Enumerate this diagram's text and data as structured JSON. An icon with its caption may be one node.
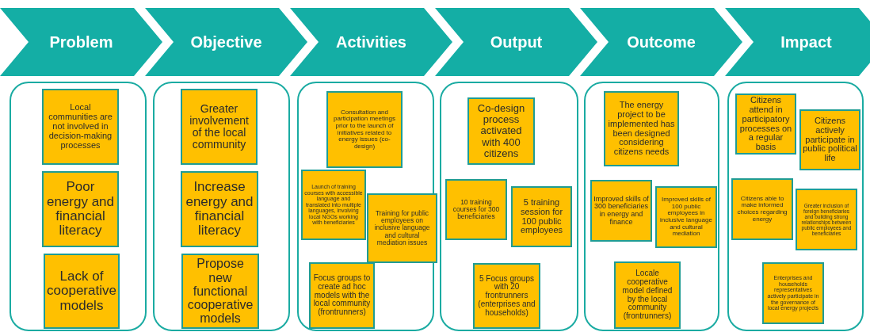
{
  "diagram": {
    "nodes": [
      {
        "text": [
          "Problem"
        ]
      },
      {
        "text": [
          "Objective"
        ]
      },
      {
        "text": [
          "Activities"
        ]
      },
      {
        "text": [
          "Output"
        ]
      },
      {
        "text": [
          "Outcome"
        ]
      },
      {
        "text": [
          "Impact"
        ]
      },
      {
        "text": [],
        "shape": "box"
      },
      {
        "text": [
          "Local communities are not involved in decision-making processes"
        ],
        "in": 6
      },
      {
        "text": [
          "Poor energy and financial literacy"
        ],
        "in": 6
      },
      {
        "text": [
          "Lack of cooperative models"
        ],
        "in": 6
      },
      {
        "text": [],
        "shape": "box"
      },
      {
        "text": [
          "Greater involvement of the local community"
        ],
        "in": 10
      },
      {
        "text": [
          "Increase energy and financial literacy"
        ],
        "in": 10
      },
      {
        "text": [
          "Propose new functional cooperative models"
        ],
        "in": 10
      },
      {
        "text": [],
        "shape": "box"
      },
      {
        "text": [
          "Consultation and participation meetings prior to the launch of initiatives related to energy issues (co-design)"
        ],
        "in": 14
      },
      {
        "text": [
          "Launch of training courses with accessible language and translated into multiple languages, involving local NGOs working with beneficiaries"
        ],
        "in": 14
      },
      {
        "text": [
          "Training for public employees on inclusive language and cultural mediation issues"
        ],
        "in": 14
      },
      {
        "text": [
          "Focus groups to create ad hoc models with the local community (frontrunners)"
        ],
        "in": 14
      },
      {
        "text": [],
        "shape": "box"
      },
      {
        "text": [
          "Co-design process activated with 400 citizens"
        ],
        "in": 19
      },
      {
        "text": [
          "10 training courses for 300 beneficiaries"
        ],
        "in": 19
      },
      {
        "text": [
          "5 training session for 100 public employees"
        ],
        "in": 19
      },
      {
        "text": [
          "5 Focus groups with 20 frontrunners (enterprises and households)"
        ],
        "in": 19
      },
      {
        "text": [],
        "shape": "box"
      },
      {
        "text": [
          "The energy project to be implemented has been designed considering citizens needs"
        ],
        "in": 24
      },
      {
        "text": [
          "Improved skills of 300 beneficiaries in energy and finance"
        ],
        "in": 24
      },
      {
        "text": [
          "Improved skills of 100 public employees in inclusive language and cultural mediation"
        ],
        "in": 24
      },
      {
        "text": [
          "Locale cooperative model defined by the local community (frontrunners)"
        ],
        "in": 24
      },
      {
        "text": [],
        "shape": "box"
      },
      {
        "text": [
          "Citizens attend in participatory processes on a regular basis"
        ],
        "in": 29
      },
      {
        "text": [
          "Citizens actively participate in public political life"
        ],
        "in": 29
      },
      {
        "text": [
          "Citizens able to make informed choices regarding energy"
        ],
        "in": 29
      },
      {
        "text": [
          "Greater inclusion of foreign beneficiaries and building strong relationships between public employees and beneficiaries"
        ],
        "in": 29
      },
      {
        "text": [
          "Enterprises and households representatives actively participate in the governance of local energy projects"
        ],
        "in": 29
      }
    ]
  }
}
